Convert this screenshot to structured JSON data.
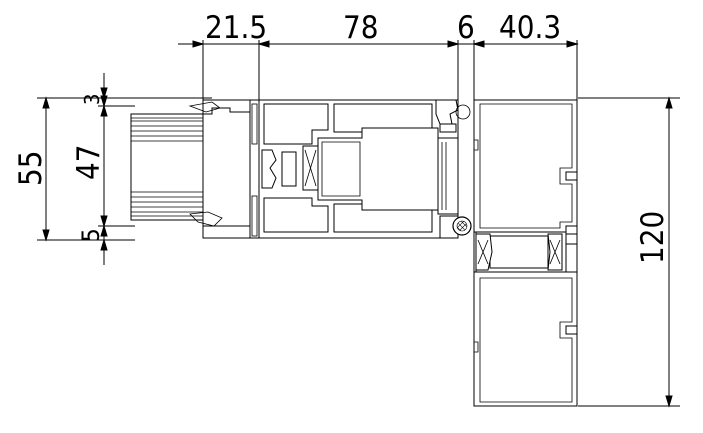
{
  "dimensions": {
    "top": [
      "21.5",
      "78",
      "6",
      "40.3"
    ],
    "left_outer": "55",
    "left_inner": "47",
    "left_top_small": "3",
    "left_bottom_small": "5",
    "right": "120"
  }
}
